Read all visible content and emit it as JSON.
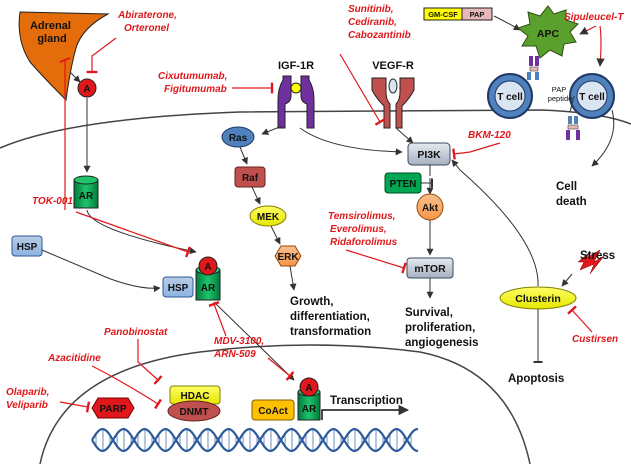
{
  "drugs": {
    "abiraterone": [
      "Abiraterone,",
      "Orteronel"
    ],
    "sunitinib": [
      "Sunitinib,",
      "Cediranib,",
      "Cabozantinib"
    ],
    "sipuleucel": "Sipuleucel-T",
    "cixutumumab": [
      "Cixutumumab,",
      "Figitumumab"
    ],
    "bkm": "BKM-120",
    "tok": "TOK-001",
    "temsirolimus": [
      "Temsirolimus,",
      "Everolimus,",
      "Ridaforolimus"
    ],
    "custirsen": "Custirsen",
    "panobinostat": "Panobinostat",
    "azacitidine": "Azacitidine",
    "mdv": [
      "MDV-3100,",
      "ARN-509"
    ],
    "olaparib": [
      "Olaparib,",
      "Veliparib"
    ]
  },
  "nodes": {
    "adrenal": [
      "Adrenal",
      "gland"
    ],
    "androgen": "A",
    "ar": "AR",
    "hsp": "HSP",
    "igf1r": "IGF-1R",
    "vegfr": "VEGF-R",
    "ras": "Ras",
    "raf": "Raf",
    "mek": "MEK",
    "erk": "ERK",
    "pi3k": "PI3K",
    "pten": "PTEN",
    "akt": "Akt",
    "mtor": "mTOR",
    "gmcsf": "GM-CSF",
    "pap": "PAP",
    "apc": "APC",
    "tcell": "T cell",
    "pap_peptide": [
      "PAP",
      "peptide"
    ],
    "clusterin": "Clusterin",
    "stress": "Stress",
    "hdac": "HDAC",
    "dnmt": "DNMT",
    "parp": "PARP",
    "coact": "CoAct"
  },
  "outcomes": {
    "growth": [
      "Growth,",
      "differentiation,",
      "transformation"
    ],
    "survival": [
      "Survival,",
      "proliferation,",
      "angiogenesis"
    ],
    "cell_death": [
      "Cell",
      "death"
    ],
    "apoptosis": "Apoptosis",
    "transcription": "Transcription"
  },
  "colors": {
    "inhibitor": "#e0181b",
    "adrenal": "#e46c0a",
    "receptor": "#7030a0",
    "ar": "#00a651",
    "node_blue": "#95b3d7",
    "ras": "#4f81bd",
    "raf": "#c0504d",
    "yellow": "#ffff00",
    "orange": "#f79646",
    "apc": "#5aa02c",
    "tcell": "#4f81bd",
    "pap": "#e6b9b8",
    "dna": "#2e5a9c"
  }
}
